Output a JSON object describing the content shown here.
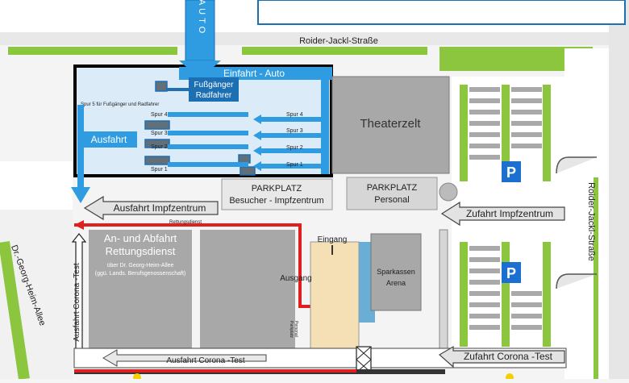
{
  "roads": {
    "top": "Roider-Jackl-Straße",
    "right": "Roider-Jackl-Straße",
    "left": "Dr.-Georg-Heim-Allee"
  },
  "auto_label": "AUTO",
  "entrance": {
    "auto": "Einfahrt - Auto",
    "pedestrian_line1": "Fußgänger",
    "pedestrian_line2": "Radfahrer",
    "lane5": "Spur 5 für Fußgänger und Radfahrer"
  },
  "lanes_left": [
    "Spur 4",
    "Spur 3",
    "Spur 2",
    "Spur 1"
  ],
  "lanes_right": [
    "Spur 4",
    "Spur 3",
    "Spur 2",
    "Spur 1"
  ],
  "exit_label": "Ausfahrt",
  "theater": "Theaterzelt",
  "parking_visitor": {
    "line1": "PARKPLATZ",
    "line2": "Besucher - Impfzentrum"
  },
  "parking_staff": {
    "line1": "PARKPLATZ",
    "line2": "Personal"
  },
  "exit_vaccination": "Ausfahrt Impfzentrum",
  "rescue_label": "Rettungsdienst",
  "rescue_block": {
    "line1": "An- und Abfahrt",
    "line2": "Rettungsdienst",
    "line3": "über Dr. Georg-Heim-Allee",
    "line4": "(ggü. Lands. Berufsgenossenschaft)"
  },
  "exit_test_vertical": "Ausfahrt Corona -Test",
  "eingang": "Eingang",
  "ausgang": "Ausgang",
  "arena": {
    "line1": "Sparkassen",
    "line2": "Arena"
  },
  "parking_small": {
    "line1": "Parkplatz",
    "line2": "Personal"
  },
  "arrival_vaccination": "Zufahrt Impfzentrum",
  "arrival_test": "Zufahrt Corona -Test",
  "exit_test_bottom": "Ausfahrt Corona -Test",
  "parking_sign": "P",
  "colors": {
    "blue": "#2f9be0",
    "darkblue": "#1d6fb4",
    "red": "#e01f1f",
    "grass": "#8cc63f",
    "road": "#ffffff",
    "building": "#a8a8a8",
    "parking_blue": "#1a6fd1"
  }
}
